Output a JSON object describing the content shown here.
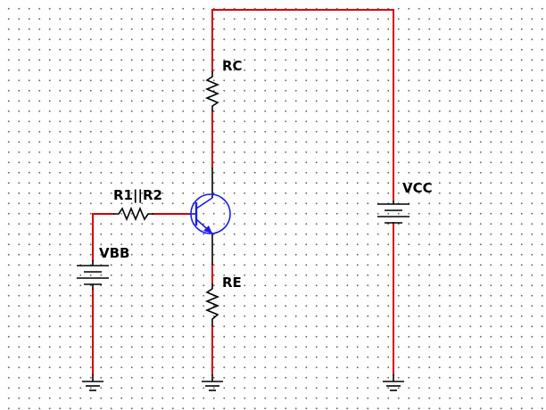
{
  "diagram": {
    "type": "circuit-schematic",
    "labels": {
      "rc": "RC",
      "re": "RE",
      "rb": "R1||R2",
      "vbb": "VBB",
      "vcc": "VCC"
    },
    "colors": {
      "wire": "#d40000",
      "component": "#000000",
      "transistor": "#1a1aee"
    }
  }
}
